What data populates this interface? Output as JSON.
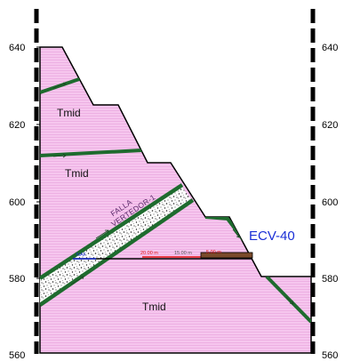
{
  "elevation_axis": {
    "left_ticks": [
      "640",
      "620",
      "600",
      "580",
      "560"
    ],
    "right_ticks": [
      "640",
      "620",
      "600",
      "580",
      "560"
    ]
  },
  "units": [
    {
      "label": "Tmid"
    },
    {
      "label": "Tmid"
    },
    {
      "label": "Tmid"
    }
  ],
  "fault": {
    "line1": "FALLA",
    "line2": "VERTEDOR-1"
  },
  "station": "ECV-40",
  "borehole": {
    "marker": "NAF",
    "segments": [
      "20.00 m",
      "15.00 m",
      "5.00 m"
    ]
  },
  "colors": {
    "rock_fill": "#f6c6ee",
    "fault_green": "#1e6b2e",
    "breccia_bg": "#ffffff",
    "station_blue": "#1a2fd6",
    "segment_red": "#e01010"
  }
}
